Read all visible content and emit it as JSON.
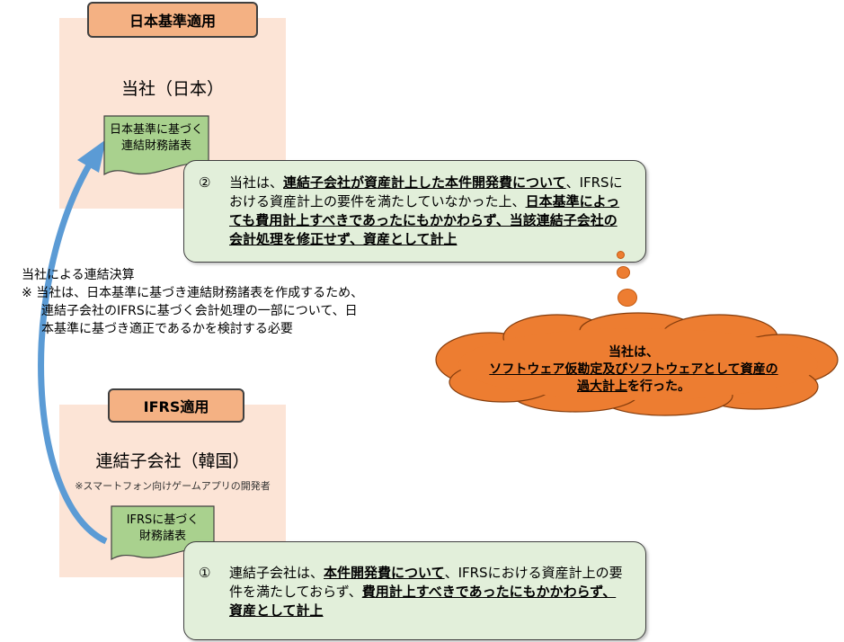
{
  "japan": {
    "label": "日本基準適用",
    "entity": "当社（日本）",
    "doc_line1": "日本基準に基づく",
    "doc_line2": "連結財務諸表"
  },
  "ifrs": {
    "label": "IFRS適用",
    "entity": "連結子会社（韓国）",
    "entity_note": "※スマートフォン向けゲームアプリの開発者",
    "doc_line1": "IFRSに基づく",
    "doc_line2": "財務諸表"
  },
  "callout2": {
    "num": "②",
    "segments": [
      {
        "text": "当社は、",
        "em": false
      },
      {
        "text": "連結子会社が資産計上した本件開発費について",
        "em": true
      },
      {
        "text": "、IFRSにおける資産計上の要件を満たしていなかった上、",
        "em": false
      },
      {
        "text": "日本基準によっても費用計上すべきであったにもかかわらず、当該連結子会社の会計処理を修正せず、資産として計上",
        "em": true
      }
    ]
  },
  "callout1": {
    "num": "①",
    "segments": [
      {
        "text": "連結子会社は、",
        "em": false
      },
      {
        "text": "本件開発費について",
        "em": true
      },
      {
        "text": "、IFRSにおける資産計上の要件を満たしておらず、",
        "em": false
      },
      {
        "text": "費用計上すべきであったにもかかわらず、資産として計上",
        "em": true
      }
    ]
  },
  "cloud": {
    "line1": "当社は、",
    "segments": [
      {
        "text": "ソフトウェア仮勘定及びソフトウェアとして資産の過大計上",
        "em": true
      },
      {
        "text": "を行った。",
        "em": false
      }
    ]
  },
  "consolidation": {
    "title": "当社による連結決算",
    "note_mark": "※",
    "note_line1": "当社は、日本基準に基づき連結財務諸表を作成するため、",
    "note_line2": "連結子会社のIFRSに基づく会計処理の一部について、日",
    "note_line3": "本基準に基づき適正であるかを検討する必要"
  },
  "colors": {
    "peach": "#fce4d6",
    "label": "#f4b183",
    "green": "#e2efda",
    "doc": "#a9d18e",
    "cloud": "#ed7d31",
    "arrow": "#5b9bd5"
  }
}
